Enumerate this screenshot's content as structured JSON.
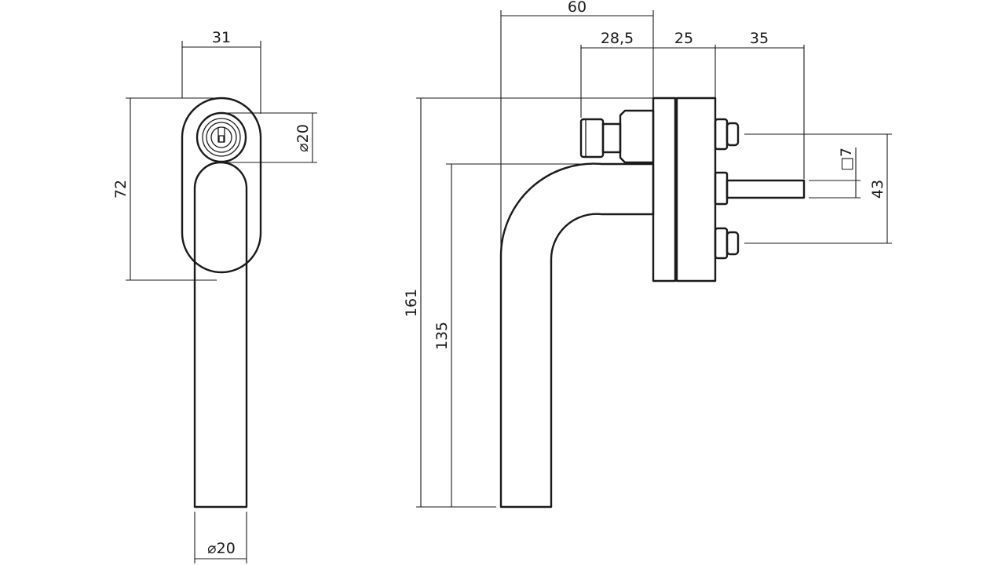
{
  "drawing": {
    "front_view": {
      "width_label": "31",
      "rosette_height_label": "72",
      "key_cylinder_diameter_label": "20",
      "grip_diameter_label": "20",
      "diameter_symbol": "⌀"
    },
    "side_view": {
      "projection_label": "60",
      "cylinder_label": "28,5",
      "rosette_depth_label": "25",
      "spindle_label": "35",
      "total_height_label": "161",
      "grip_height_label": "135",
      "screw_spacing_label": "43",
      "square_spindle_label": "7",
      "square_symbol": "□"
    }
  }
}
